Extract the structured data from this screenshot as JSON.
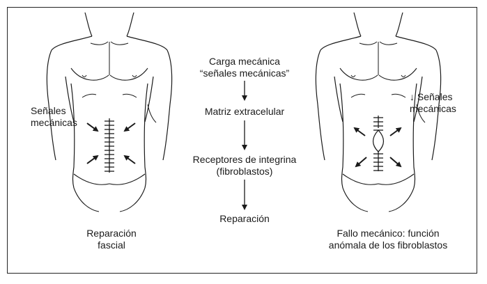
{
  "left_panel": {
    "signals_label": "Señales\nmecánicas",
    "caption": "Reparación\nfascial"
  },
  "flow": {
    "step1": "Carga mecánica\n“señales mecánicas”",
    "step2": "Matriz extracelular",
    "step3": "Receptores de integrina\n(fibroblastos)",
    "step4": "Reparación"
  },
  "right_panel": {
    "signals_label": "↓ Señales\nmecánicas",
    "caption": "Fallo mecánico: función\nanómala de los fibroblastos"
  },
  "colors": {
    "line": "#1a1a1a",
    "background": "#ffffff"
  }
}
